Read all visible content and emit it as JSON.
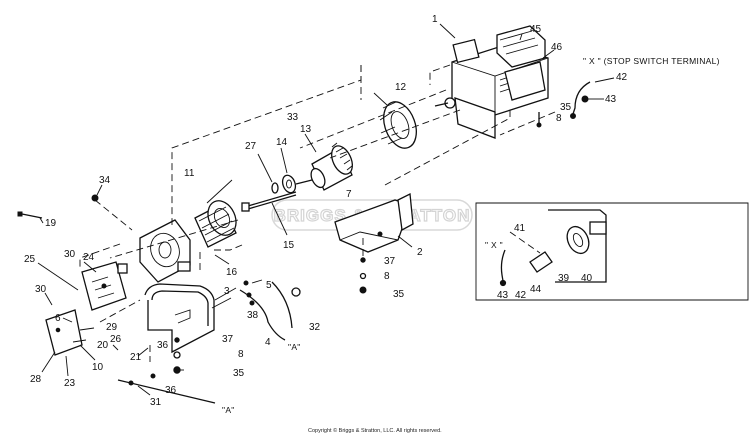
{
  "callouts": [
    "1",
    "2",
    "3",
    "4",
    "5",
    "6",
    "7",
    "8",
    "10",
    "11",
    "12",
    "13",
    "14",
    "15",
    "16",
    "19",
    "20",
    "21",
    "23",
    "24",
    "25",
    "26",
    "27",
    "28",
    "29",
    "30",
    "31",
    "32",
    "33",
    "34",
    "35",
    "36",
    "37",
    "38",
    "39",
    "40",
    "41",
    "42",
    "43",
    "44",
    "45",
    "46"
  ],
  "notes": {
    "stop_switch": "\" X \" (STOP SWITCH TERMINAL)",
    "inset_x": "\" X \"",
    "wire_end_a": "\"A\"",
    "wire_end_a2": "\"A\""
  },
  "watermark": "BRIGGS & STRATTON",
  "copyright": "Copyright © Briggs & Stratton, LLC. All rights reserved."
}
